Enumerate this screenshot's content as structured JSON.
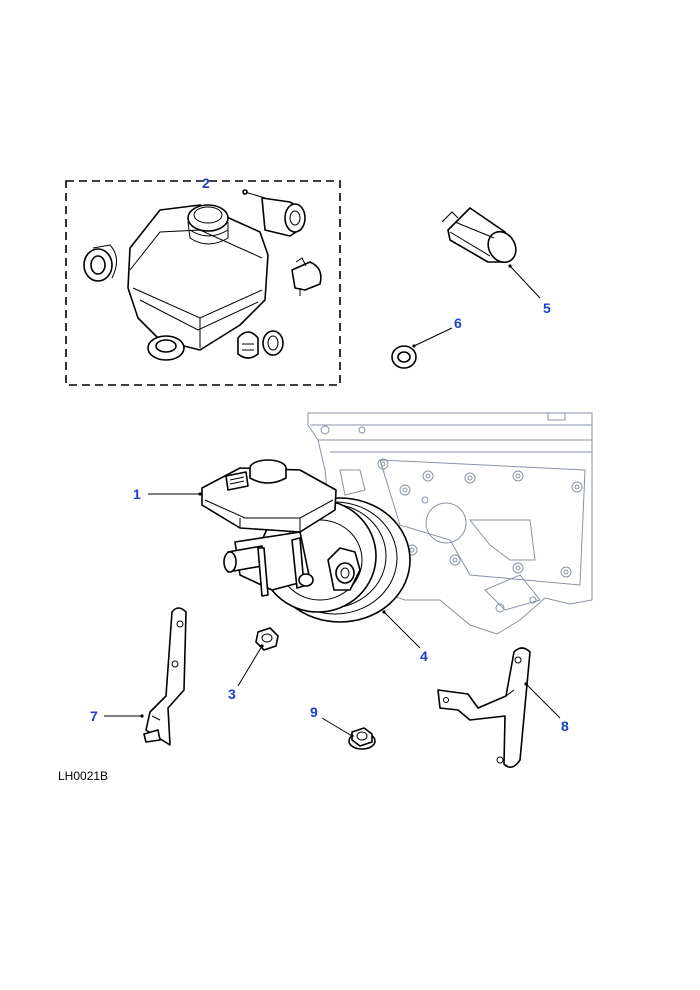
{
  "callouts": [
    "1",
    "2",
    "3",
    "4",
    "5",
    "6",
    "7",
    "8",
    "9"
  ],
  "reference_code": "LH0021B",
  "colors": {
    "callout": "#1a3fc8",
    "line": "#000000",
    "background_part": "#8892a8"
  }
}
